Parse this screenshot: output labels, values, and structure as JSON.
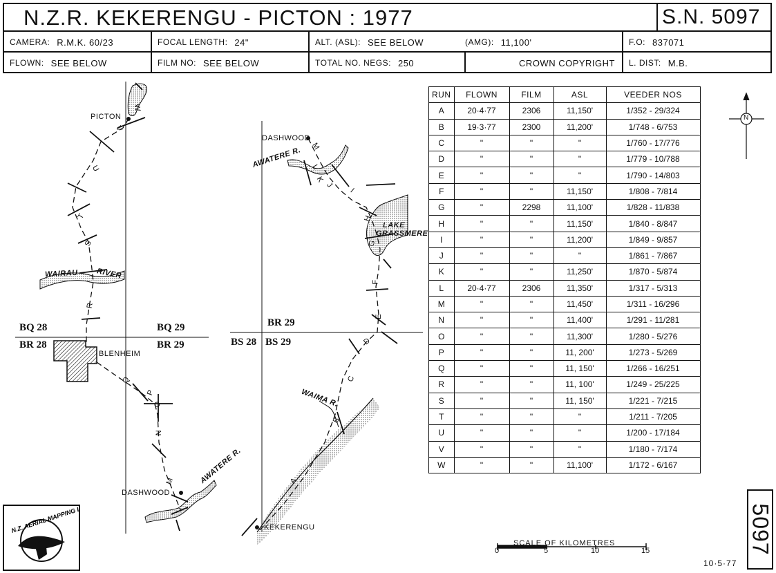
{
  "header": {
    "title": "N.Z.R.  KEKERENGU - PICTON   :   1977",
    "sheet_number": "S.N. 5097",
    "row1": [
      {
        "label": "CAMERA:",
        "value": "R.M.K.  60/23"
      },
      {
        "label": "FOCAL LENGTH:",
        "value": "24\""
      },
      {
        "label": "ALT. (ASL):",
        "value": "SEE  BELOW",
        "extra_label": "(AMG):",
        "extra_value": "11,100'"
      },
      {
        "label": "F.O:",
        "value": "837071"
      }
    ],
    "row2": [
      {
        "label": "FLOWN:",
        "value": "SEE  BELOW"
      },
      {
        "label": "FILM NO:",
        "value": "SEE  BELOW"
      },
      {
        "label": "TOTAL NO. NEGS:",
        "value": "250"
      },
      {
        "label": "",
        "value": "CROWN  COPYRIGHT"
      },
      {
        "label": "L. DIST:",
        "value": "M.B."
      }
    ]
  },
  "table": {
    "headers": [
      "RUN",
      "FLOWN",
      "FILM",
      "ASL",
      "VEEDER  NOS"
    ],
    "rows": [
      [
        "A",
        "20·4·77",
        "2306",
        "11,150'",
        "1/352  -  29/324"
      ],
      [
        "B",
        "19·3·77",
        "2300",
        "11,200'",
        "1/748  -  6/753"
      ],
      [
        "C",
        "\"",
        "\"",
        "\"",
        "1/760  -  17/776"
      ],
      [
        "D",
        "\"",
        "\"",
        "\"",
        "1/779  - 10/788"
      ],
      [
        "E",
        "\"",
        "\"",
        "\"",
        "1/790  -  14/803"
      ],
      [
        "F",
        "\"",
        "\"",
        "11,150'",
        "1/808  -  7/814"
      ],
      [
        "G",
        "\"",
        "2298",
        "11,100'",
        "1/828  -  11/838"
      ],
      [
        "H",
        "\"",
        "\"",
        "11,150'",
        "1/840  -  8/847"
      ],
      [
        "I",
        "\"",
        "\"",
        "11,200'",
        "1/849  -  9/857"
      ],
      [
        "J",
        "\"",
        "\"",
        "\"",
        "1/861  -  7/867"
      ],
      [
        "K",
        "\"",
        "\"",
        "11,250'",
        "1/870  -  5/874"
      ],
      [
        "L",
        "20·4·77",
        "2306",
        "11,350'",
        "1/317  -  5/313"
      ],
      [
        "M",
        "\"",
        "\"",
        "11,450'",
        "1/311  -  16/296"
      ],
      [
        "N",
        "\"",
        "\"",
        "11,400'",
        "1/291  -  11/281"
      ],
      [
        "O",
        "\"",
        "\"",
        "11,300'",
        "1/280  -  5/276"
      ],
      [
        "P",
        "\"",
        "\"",
        "11, 200'",
        "1/273  -  5/269"
      ],
      [
        "Q",
        "\"",
        "\"",
        "11, 150'",
        "1/266  -  16/251"
      ],
      [
        "R",
        "\"",
        "\"",
        "11, 100'",
        "1/249  -  25/225"
      ],
      [
        "S",
        "\"",
        "\"",
        "11, 150'",
        "1/221  -  7/215"
      ],
      [
        "T",
        "\"",
        "\"",
        "\"",
        "1/211  -  7/205"
      ],
      [
        "U",
        "\"",
        "\"",
        "\"",
        "1/200  -  17/184"
      ],
      [
        "V",
        "\"",
        "\"",
        "\"",
        "1/180  -  7/174"
      ],
      [
        "W",
        "\"",
        "\"",
        "11,100'",
        "1/172  -  6/167"
      ]
    ]
  },
  "map": {
    "places": {
      "picton": "PICTON",
      "blenheim": "BLENHEIM",
      "dashwood_left": "DASHWOOD",
      "dashwood_right": "DASHWOOD",
      "kekerengu": "KEKERENGU"
    },
    "features": {
      "wairau": "WAIRAU",
      "river": "RIVER",
      "awatere_left": "AWATERE R.",
      "awatere_right": "AWATERE  R.",
      "lake": "LAKE",
      "grassmere": "GRASSMERE",
      "waima": "WAIMA R."
    },
    "sheets": {
      "bq28": "BQ 28",
      "bq29": "BQ 29",
      "br28": "BR 28",
      "br29_left": "BR 29",
      "br29_top": "BR 29",
      "bs28": "BS 28",
      "bs29": "BS 29"
    },
    "run_letters_left": [
      "W",
      "V",
      "U",
      "T",
      "S",
      "R",
      "Q",
      "P",
      "O",
      "N",
      "M"
    ],
    "run_letters_right": [
      "M",
      "L",
      "K",
      "J",
      "I",
      "H",
      "G",
      "F",
      "E",
      "D",
      "C",
      "B",
      "A"
    ],
    "north_label": "N"
  },
  "scale": {
    "title": "SCALE  OF  KILOMETRES",
    "ticks": [
      "0",
      "5",
      "10",
      "15"
    ]
  },
  "stamp": "5097",
  "date": "10·5·77",
  "logo": {
    "text": "N.Z. AERIAL MAPPING LTD."
  }
}
